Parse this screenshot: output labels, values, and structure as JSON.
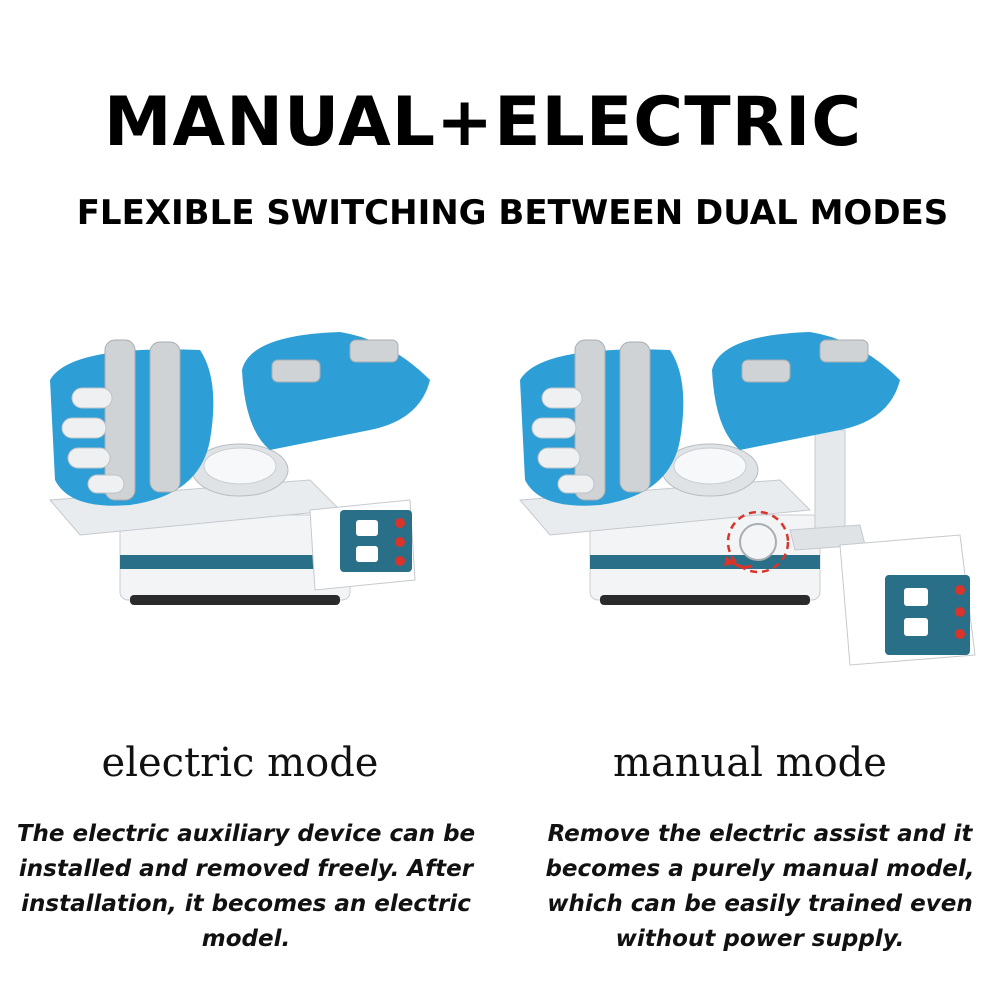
{
  "header": {
    "title": "MANUAL+ELECTRIC",
    "subtitle": "FLEXIBLE SWITCHING BETWEEN DUAL MODES"
  },
  "modes": [
    {
      "title": "electric mode",
      "description": "The electric auxiliary device can be installed and removed freely. After installation, it becomes an electric model."
    },
    {
      "title": "manual mode",
      "description": "Remove the electric assist and it becomes a purely manual model, which can be easily trained even without power supply."
    }
  ],
  "colors": {
    "accent_blue": "#2e9fd6",
    "panel_teal": "#2a6f88",
    "marker_red": "#d9342b"
  }
}
